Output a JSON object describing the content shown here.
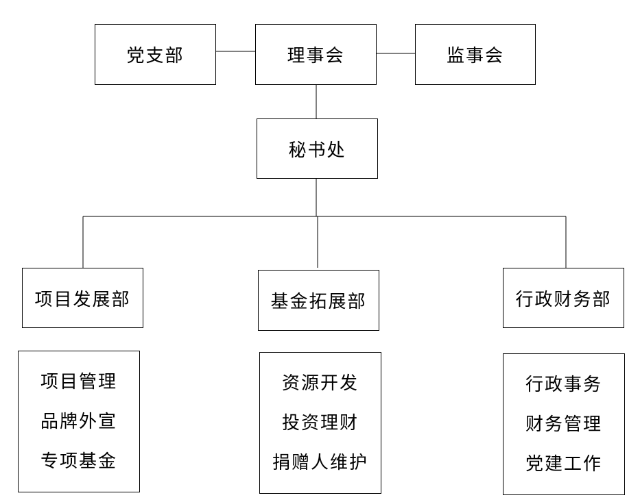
{
  "top": {
    "party": "党支部",
    "council": "理事会",
    "supervisors": "监事会"
  },
  "secretariat": "秘书处",
  "departments": [
    {
      "name": "项目发展部",
      "duties": [
        "项目管理",
        "品牌外宣",
        "专项基金"
      ]
    },
    {
      "name": "基金拓展部",
      "duties": [
        "资源开发",
        "投资理财",
        "捐赠人维护"
      ]
    },
    {
      "name": "行政财务部",
      "duties": [
        "行政事务",
        "财务管理",
        "党建工作"
      ]
    }
  ]
}
